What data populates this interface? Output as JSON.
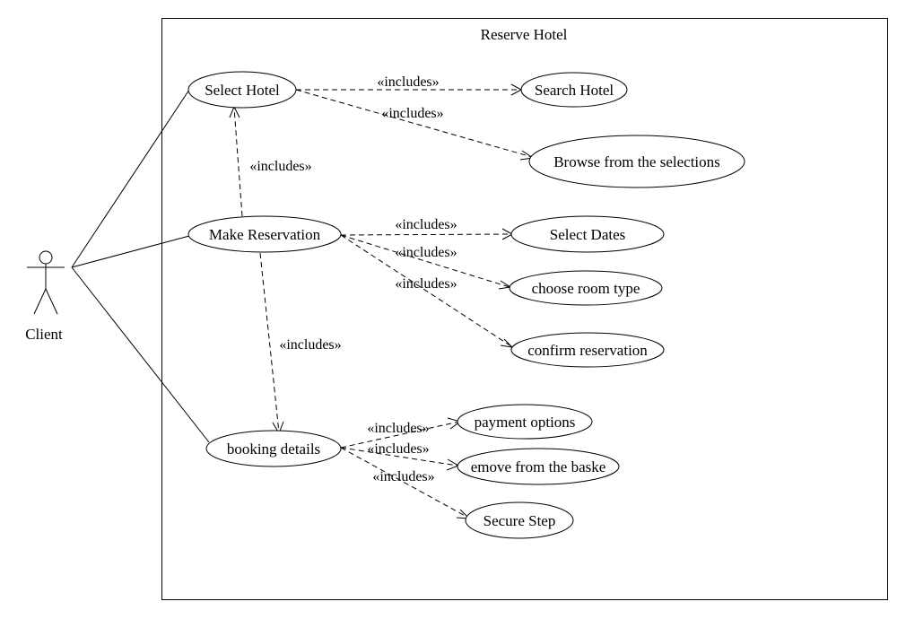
{
  "system": {
    "title": "Reserve Hotel"
  },
  "actor": {
    "name": "Client"
  },
  "use_cases": {
    "select_hotel": "Select Hotel",
    "search_hotel": "Search Hotel",
    "browse_selections": "Browse from the selections",
    "make_reservation": "Make Reservation",
    "select_dates": "Select Dates",
    "choose_room_type": "choose room type",
    "confirm_reservation": "confirm reservation",
    "booking_details": "booking details",
    "payment_options": "payment options",
    "remove_from_basket": "emove from the baske",
    "secure_step": "Secure Step"
  },
  "relationships": {
    "include_label": "«includes»"
  }
}
